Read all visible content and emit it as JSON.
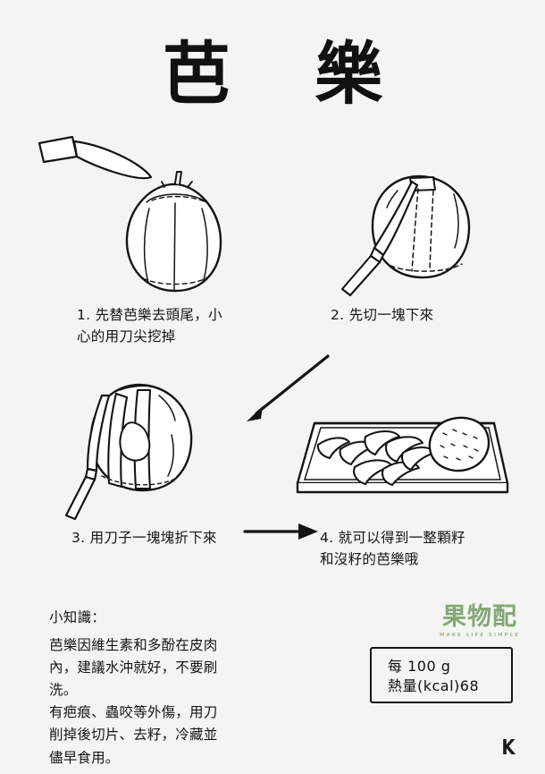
{
  "page": {
    "title": "芭 樂",
    "background_color": "#f4f4f2",
    "ink_color": "#141414",
    "brand_green": "#83a876"
  },
  "steps": [
    {
      "number": "1",
      "caption": "1. 先替芭樂去頭尾，小\n心的用刀尖挖掉",
      "illustration": "knife-and-whole-guava"
    },
    {
      "number": "2",
      "caption": "2. 先切一塊下來",
      "illustration": "knife-cutting-wedge-from-guava"
    },
    {
      "number": "3",
      "caption": "3. 用刀子一塊塊折下來",
      "illustration": "guava-broken-into-wedges"
    },
    {
      "number": "4",
      "caption": "4. 就可以得到一整顆籽\n和沒籽的芭樂哦",
      "illustration": "cutting-board-with-slices-and-seed-core"
    }
  ],
  "arrows": [
    {
      "name": "arrow-step2-to-step3",
      "direction": "diagonal-down-left"
    },
    {
      "name": "arrow-step3-to-step4",
      "direction": "right"
    }
  ],
  "tips": {
    "heading": "小知識：",
    "body": "芭樂因維生素和多酚在皮肉\n內，建議水沖就好，不要刷\n洗。\n有疤痕、蟲咬等外傷，用刀\n削掉後切片、去籽，冷藏並\n儘早食用。"
  },
  "logo": {
    "mark": "果物配",
    "tagline": "MAKE LIFE SIMPLE"
  },
  "nutrition": {
    "line1": "每 100 g",
    "line2": "熱量(kcal)68"
  },
  "signature": {
    "mark": "K"
  }
}
